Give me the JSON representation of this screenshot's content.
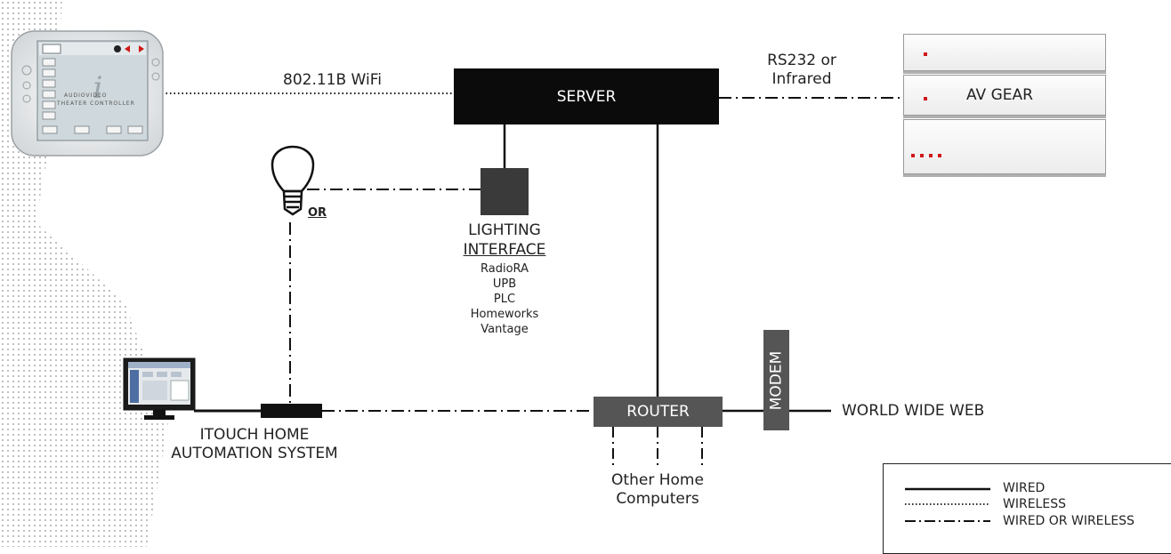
{
  "diagram": {
    "server_label": "SERVER",
    "wifi_label": "802.11B WiFi",
    "rs232_line1": "RS232 or",
    "rs232_line2": "Infrared",
    "av_gear_label": "AV GEAR",
    "or_label": "OR",
    "lighting_line1": "LIGHTING",
    "lighting_line2": "INTERFACE",
    "lighting_protocols": [
      "RadioRA",
      "UPB",
      "PLC",
      "Homeworks",
      "Vantage"
    ],
    "itouch_line1": "ITOUCH HOME",
    "itouch_line2": "AUTOMATION SYSTEM",
    "router_label": "ROUTER",
    "modem_label": "MODEM",
    "www_label": "WORLD WIDE WEB",
    "other_line1": "Other Home",
    "other_line2": "Computers",
    "panel_text_line1": "AUDIOVIDEO",
    "panel_text_line2": "THEATER CONTROLLER"
  },
  "legend": {
    "wired": "WIRED",
    "wireless": "WIRELESS",
    "wired_or_wireless": "WIRED OR WIRELESS"
  },
  "colors": {
    "line": "#111111",
    "box_dark": "#0b0b0b",
    "box_gray": "#555555",
    "led_red": "#d01818",
    "panel_screen": "#cfd8dc"
  }
}
